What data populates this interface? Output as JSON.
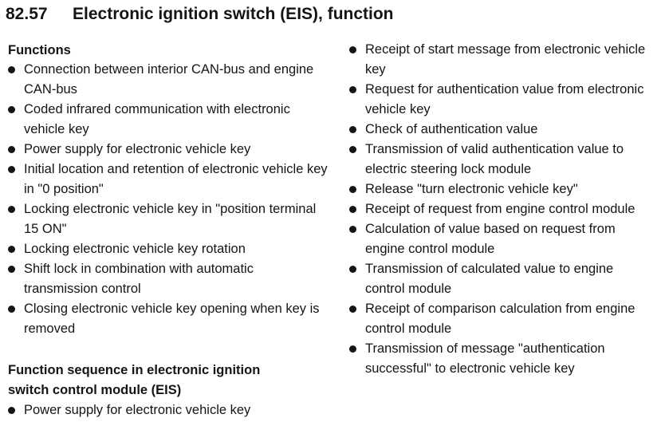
{
  "document": {
    "section_number": "82.57",
    "title": "Electronic ignition switch (EIS), function",
    "functions_heading": "Functions",
    "functions": [
      "Connection between interior CAN-bus and engine CAN-bus",
      "Coded infrared communication with electronic vehicle key",
      "Power supply for electronic vehicle key",
      "Initial location and retention of electronic vehicle key in \"0 position\"",
      "Locking electronic vehicle key in \"position terminal 15 ON\"",
      "Locking electronic vehicle key rotation",
      "Shift lock in combination with automatic transmission control",
      "Closing electronic vehicle key opening when key is removed"
    ],
    "sequence_heading": "Function sequence in electronic ignition switch control module (EIS)",
    "sequence_left": [
      "Power supply for electronic vehicle key"
    ],
    "sequence_right": [
      "Receipt of start message from electronic vehicle key",
      "Request for authentication value from electronic vehicle key",
      "Check of authentication value",
      "Transmission of valid authentication value to electric steering lock module",
      "Release \"turn electronic vehicle key\"",
      "Receipt of request from engine control module",
      "Calculation of value based on request from engine control module",
      "Transmission of calculated value to engine control module",
      "Receipt of comparison calculation from engine control module",
      "Transmission of message \"authentication successful\" to electronic vehicle key"
    ]
  }
}
